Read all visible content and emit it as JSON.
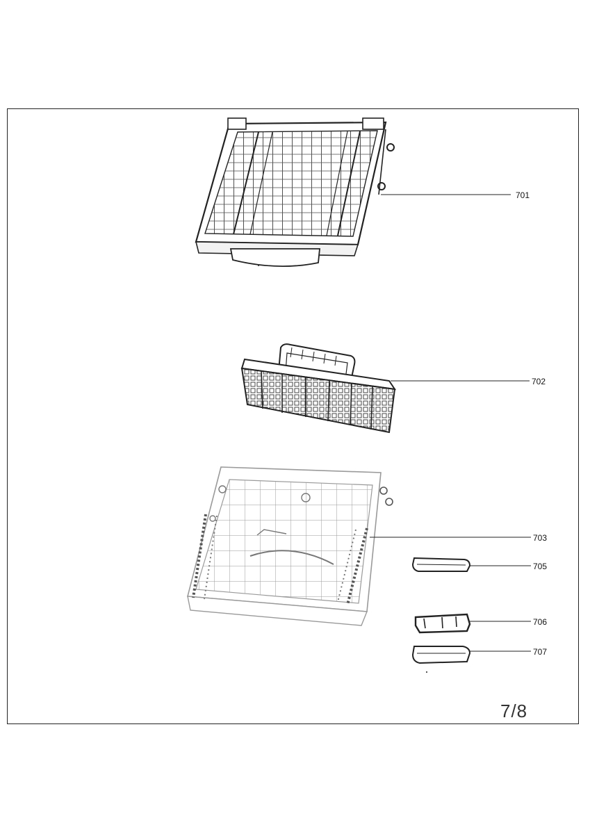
{
  "diagram": {
    "parts": [
      {
        "id": "upper-rack",
        "callout": "701"
      },
      {
        "id": "cutlery-basket",
        "callout": "702"
      },
      {
        "id": "lower-rack",
        "callout": "703"
      },
      {
        "id": "guide-rail-a",
        "callout": "705"
      },
      {
        "id": "guide-rail-b",
        "callout": "706"
      },
      {
        "id": "guide-rail-c",
        "callout": "707"
      }
    ],
    "page_number": "7/8"
  },
  "colors": {
    "line": "#222222",
    "light_line": "#8a8a8a",
    "background": "#ffffff"
  }
}
